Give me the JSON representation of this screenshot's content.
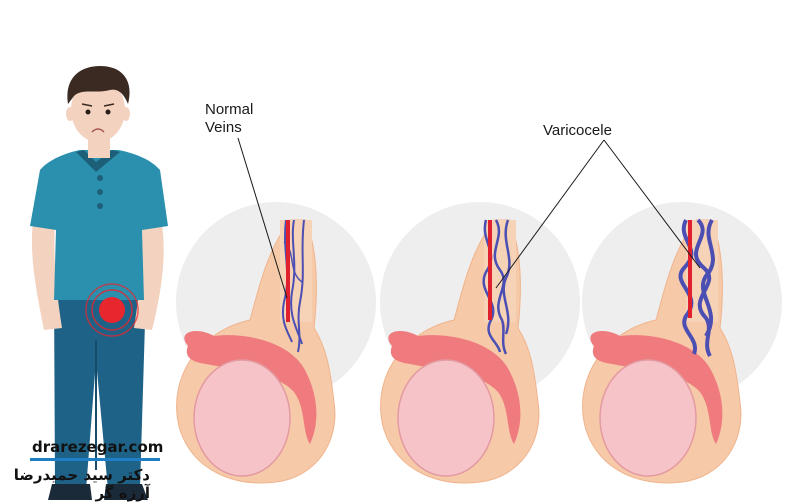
{
  "labels": {
    "normal_line1": "Normal",
    "normal_line2": "Veins",
    "varicocele": "Varicocele"
  },
  "watermark": {
    "site": "drarezegar.com",
    "name": "دکتر سید حمیدرضا آرزه گر"
  },
  "colors": {
    "circle_bg": "#eeeeee",
    "skin": "#f6c9a8",
    "testis": "#f6c4c8",
    "vein_blue": "#4b4fb3",
    "artery_red": "#e0202c",
    "shirt": "#2b8fae",
    "pants": "#1f6287",
    "pain_red": "#e8262d",
    "brand_bar": "#1f7fc4"
  },
  "icons": [
    "pain-indicator-icon",
    "man-figure-icon"
  ]
}
